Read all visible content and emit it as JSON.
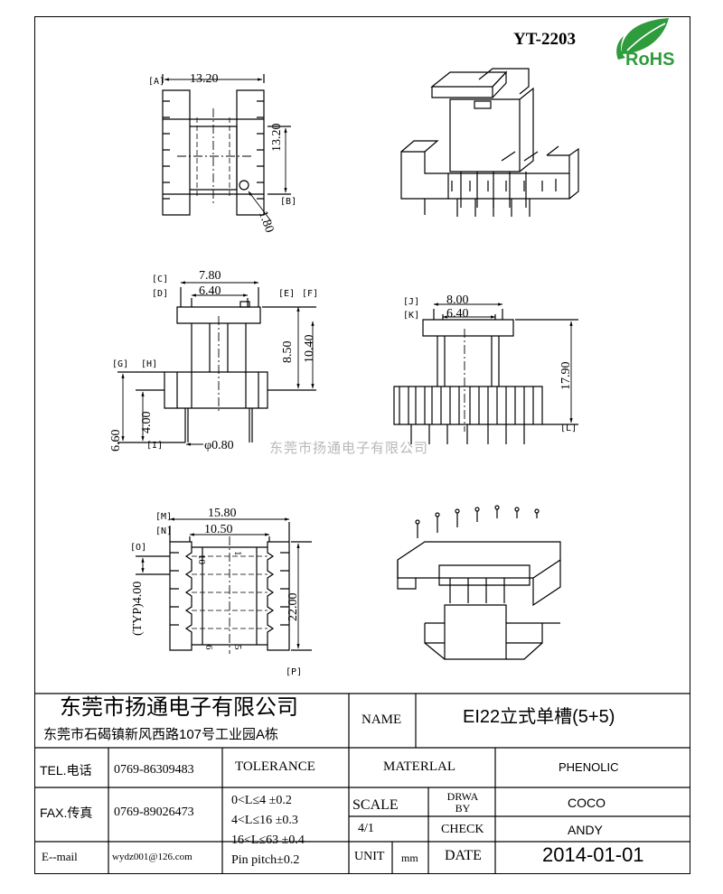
{
  "header": {
    "part_number": "YT-2203",
    "rohs_label": "RoHS"
  },
  "drawing": {
    "dims": {
      "a_width": "13.20",
      "b_height": "13.20",
      "pin_hole": "1.80",
      "c_width": "7.80",
      "d_width": "6.40",
      "side_h1": "8.50",
      "side_h2": "10.40",
      "g_h": "6.60",
      "h_h": "4.00",
      "pin_dia": "φ0.80",
      "j_width": "8.00",
      "k_width": "6.40",
      "total_h": "17.90",
      "m_width": "15.80",
      "n_width": "10.50",
      "typ_pitch": "(TYP)4.00",
      "bottom_h": "22.00",
      "pin_num_top_left": "10",
      "pin_num_top_right": "1",
      "pin_num_bot_left": "6",
      "pin_num_bot_right": "5"
    },
    "ref_letters": {
      "A": "A",
      "B": "B",
      "C": "C",
      "D": "D",
      "E": "E",
      "F": "F",
      "G": "G",
      "H": "H",
      "I": "I",
      "J": "J",
      "K": "K",
      "L": "L",
      "M": "M",
      "N": "N",
      "O": "O",
      "P": "P"
    },
    "watermark": "东莞市扬通电子有限公司"
  },
  "title_block": {
    "company_name": "东莞市扬通电子有限公司",
    "company_address": "东莞市石碣镇新风西路107号工业园A栋",
    "name_label": "NAME",
    "name_value": "EI22立式单槽(5+5)",
    "tel_label": "TEL.电话",
    "tel_value": "0769-86309483",
    "fax_label": "FAX.传真",
    "fax_value": "0769-89026473",
    "email_label": "E--mail",
    "email_value": "wydz001@126.com",
    "tolerance_label": "TOLERANCE",
    "tol_line1": "0<L≤4   ±0.2",
    "tol_line2": "4<L≤16  ±0.3",
    "tol_line3": "16<L≤63 ±0.4",
    "tol_line4": "Pin pitch±0.2",
    "material_label": "MATERLAL",
    "material_value": "PHENOLIC",
    "scale_label": "SCALE",
    "scale_value": "4/1",
    "drwa_label": "DRWA BY",
    "drwa_value": "COCO",
    "check_label": "CHECK",
    "check_value": "ANDY",
    "unit_label": "UNIT",
    "unit_value": "mm",
    "date_label": "DATE",
    "date_value": "2014-01-01"
  }
}
